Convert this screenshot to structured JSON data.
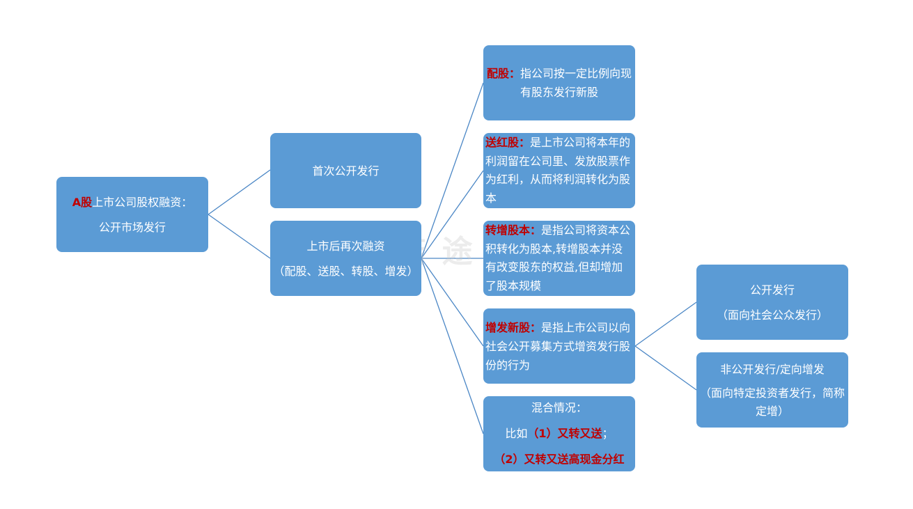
{
  "root": {
    "prefix": "A股",
    "title": "上市公司股权融资：",
    "subtitle": "公开市场发行"
  },
  "level1": [
    {
      "label": "首次公开发行"
    },
    {
      "label": "上市后再次融资",
      "sub": "（配股、送股、转股、增发）"
    }
  ],
  "level2": [
    {
      "term": "配股：",
      "desc": "指公司按一定比例向现有股东发行新股"
    },
    {
      "term": "送红股：",
      "desc": "是上市公司将本年的利润留在公司里、发放股票作为红利，从而将利润转化为股本"
    },
    {
      "term": "转增股本：",
      "desc": "是指公司将资本公积转化为股本,转增股本并没有改变股东的权益,但却增加了股本规模"
    },
    {
      "term": "增发新股：",
      "desc": "是指上市公司以向社会公开募集方式增资发行股份的行为"
    },
    {
      "title": "混合情况：",
      "line2_prefix": "比如",
      "line2_red": "（1）又转又送",
      "line2_suffix": "；",
      "line3_red": "（2）又转又送高现金分红"
    }
  ],
  "level3": [
    {
      "label": "公开发行",
      "sub": "（面向社会公众发行）"
    },
    {
      "label": "非公开发行/定向增发",
      "sub": "（面向特定投资者发行，简称定增）"
    }
  ],
  "watermark": "智 诺 途",
  "colors": {
    "node_fill": "#5b9bd5",
    "line": "#4a86c5",
    "highlight": "#c00000"
  }
}
